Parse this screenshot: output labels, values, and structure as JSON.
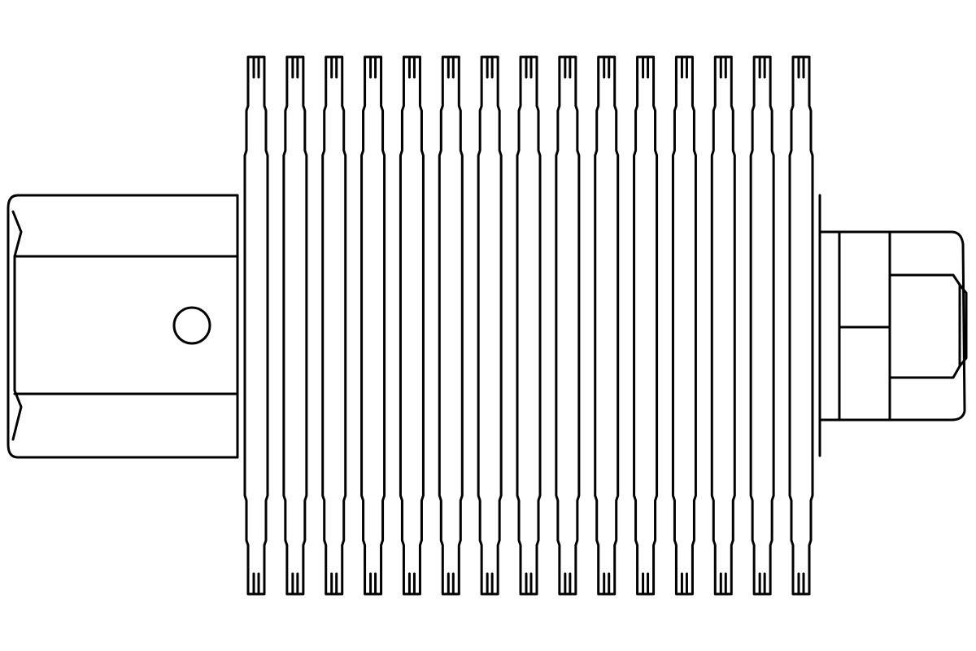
{
  "drawing": {
    "subject": "finned-heatsink-coaxial-attenuator",
    "fin_count": 15,
    "line_color": "#000000",
    "background_color": "#ffffff",
    "parts": [
      "hex-nut-left",
      "set-screw-hole",
      "heatsink-body",
      "fins",
      "n-connector-right"
    ]
  }
}
